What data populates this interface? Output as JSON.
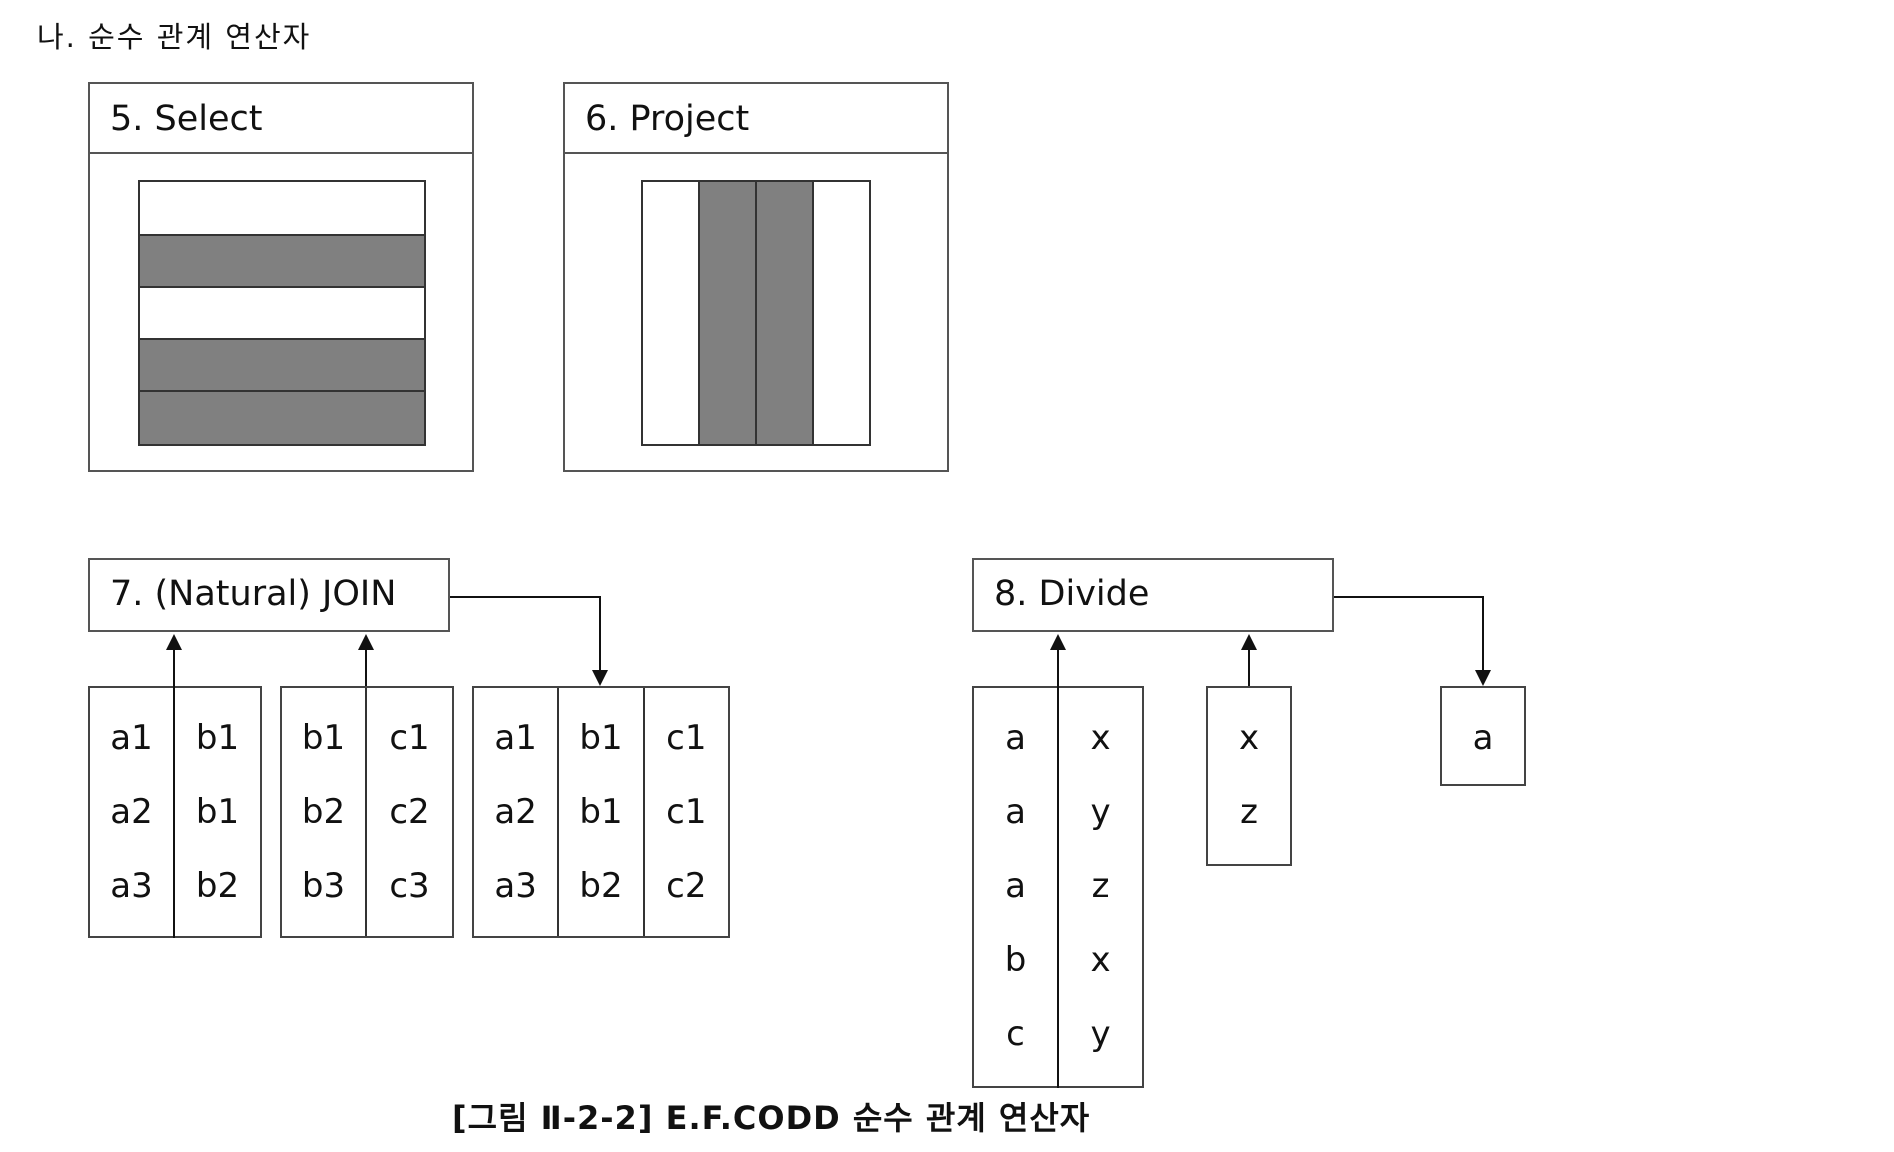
{
  "heading": "나. 순수 관계 연산자",
  "select_panel": {
    "title": "5. Select",
    "rows": [
      "plain",
      "shaded",
      "plain",
      "shaded",
      "shaded"
    ]
  },
  "project_panel": {
    "title": "6. Project",
    "columns": [
      "plain",
      "shaded",
      "shaded",
      "plain"
    ]
  },
  "join": {
    "label": "7. (Natural) JOIN",
    "table1": [
      [
        "a1",
        "a2",
        "a3"
      ],
      [
        "b1",
        "b1",
        "b2"
      ]
    ],
    "table2": [
      [
        "b1",
        "b2",
        "b3"
      ],
      [
        "c1",
        "c2",
        "c3"
      ]
    ],
    "result": [
      [
        "a1",
        "a2",
        "a3"
      ],
      [
        "b1",
        "b1",
        "b2"
      ],
      [
        "c1",
        "c1",
        "c2"
      ]
    ]
  },
  "divide": {
    "label": "8. Divide",
    "dividend": [
      [
        "a",
        "a",
        "a",
        "b",
        "c"
      ],
      [
        "x",
        "y",
        "z",
        "x",
        "y"
      ]
    ],
    "divisor": [
      [
        "x",
        "z"
      ]
    ],
    "result": [
      [
        "a"
      ]
    ]
  },
  "caption": "[그림 Ⅱ-2-2] E.F.CODD 순수 관계 연산자",
  "colors": {
    "shade": "#808080",
    "border": "#555555",
    "line": "#111111"
  }
}
